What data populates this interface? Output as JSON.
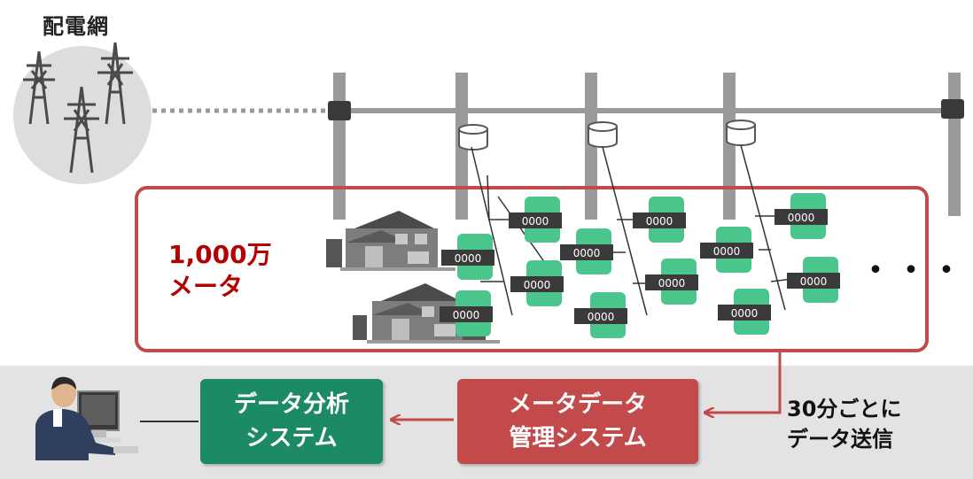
{
  "grid_label": "配電網",
  "meter_count": [
    "1,000万",
    "メータ"
  ],
  "meter_code": "0000",
  "ellipsis": "・・・",
  "analysis_system": [
    "データ分析",
    "システム"
  ],
  "mdms": [
    "メータデータ",
    "管理システム"
  ],
  "send_note": [
    "30分ごとに",
    "データ送信"
  ],
  "colors": {
    "frame_red": "#c24a4a",
    "analysis_green": "#1d8a67",
    "meter_green": "#4cc58c",
    "pole_gray": "#9a9a9a",
    "band_gray": "#e3e3e3"
  },
  "icons": [
    "transmission-tower-icon",
    "house-icon",
    "meter-icon",
    "concentrator-icon",
    "transformer-icon",
    "operator-computer-icon"
  ]
}
